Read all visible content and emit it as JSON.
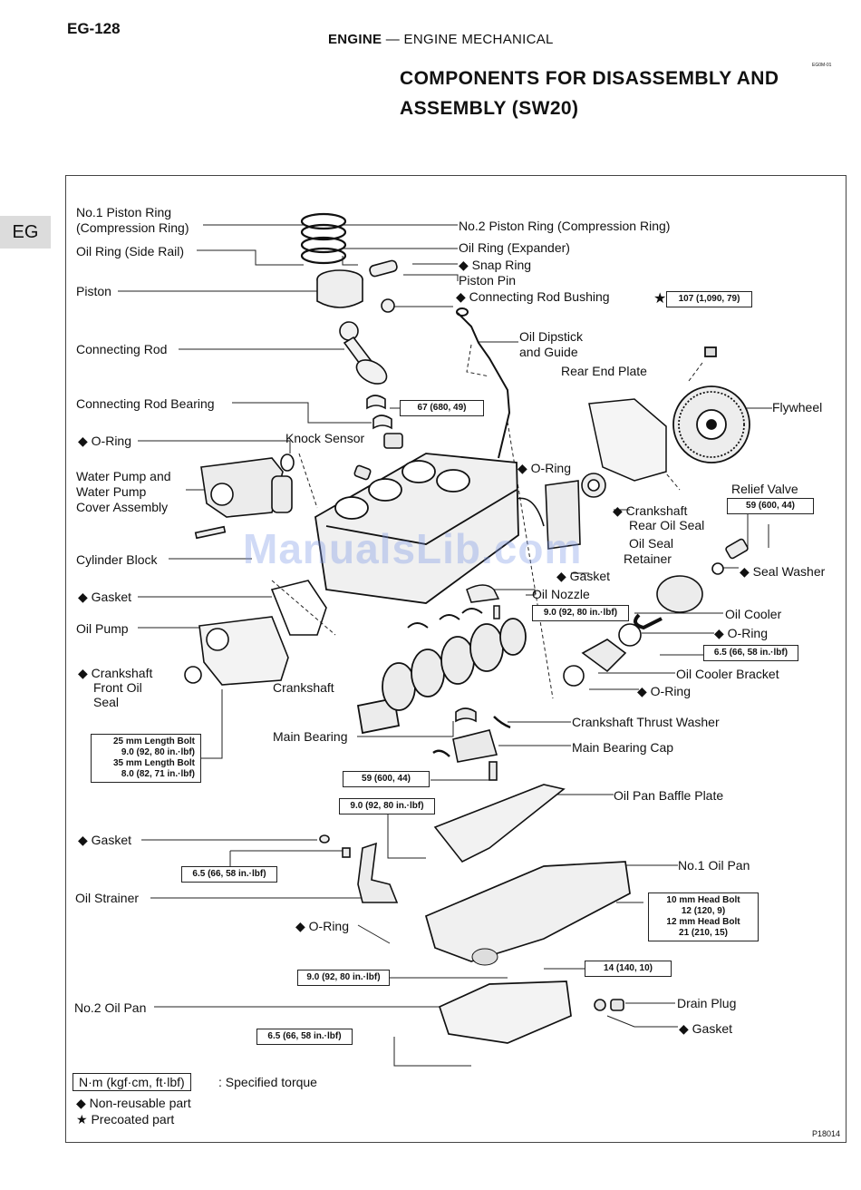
{
  "page": {
    "page_number": "EG-128",
    "section_prefix": "ENGINE",
    "section_rest": " — ENGINE MECHANICAL",
    "title_line1": "COMPONENTS FOR DISASSEMBLY AND",
    "title_line2": "ASSEMBLY (SW20)",
    "doc_code": "EG0M-01",
    "side_tab": "EG",
    "figure_code": "P18014",
    "watermark": "ManualsLib.com"
  },
  "labels": {
    "no1_piston_ring_1": "No.1 Piston Ring",
    "no1_piston_ring_2": "(Compression Ring)",
    "no2_piston_ring": "No.2 Piston Ring (Compression Ring)",
    "oil_ring_side_rail": "Oil Ring (Side Rail)",
    "oil_ring_expander": "Oil Ring (Expander)",
    "snap_ring": "◆ Snap Ring",
    "piston_pin": "Piston Pin",
    "piston": "Piston",
    "connecting_rod_bushing": "◆ Connecting Rod Bushing",
    "connecting_rod": "Connecting Rod",
    "oil_dipstick_1": "Oil Dipstick",
    "oil_dipstick_2": "and Guide",
    "rear_end_plate": "Rear End Plate",
    "flywheel": "Flywheel",
    "connecting_rod_bearing": "Connecting Rod Bearing",
    "knock_sensor": "Knock Sensor",
    "o_ring_1": "◆ O-Ring",
    "o_ring_2": "◆ O-Ring",
    "water_pump_1": "Water Pump and",
    "water_pump_2": "Water Pump",
    "water_pump_3": "Cover Assembly",
    "crankshaft_rear_seal_1": "◆ Crankshaft",
    "crankshaft_rear_seal_2": "Rear Oil Seal",
    "oil_seal_retainer_1": "Oil Seal",
    "oil_seal_retainer_2": "Retainer",
    "relief_valve": "Relief Valve",
    "seal_washer": "◆ Seal Washer",
    "cylinder_block": "Cylinder Block",
    "gasket_1": "◆ Gasket",
    "gasket_2": "◆ Gasket",
    "oil_nozzle": "Oil Nozzle",
    "oil_cooler": "Oil Cooler",
    "oil_pump": "Oil Pump",
    "o_ring_3": "◆ O-Ring",
    "crankshaft_front_seal_1": "◆ Crankshaft",
    "crankshaft_front_seal_2": "Front Oil",
    "crankshaft_front_seal_3": "Seal",
    "oil_cooler_bracket": "Oil Cooler Bracket",
    "crankshaft": "Crankshaft",
    "o_ring_4": "◆ O-Ring",
    "main_bearing": "Main Bearing",
    "crankshaft_thrust_washer": "Crankshaft Thrust Washer",
    "main_bearing_cap": "Main Bearing Cap",
    "oil_pan_baffle_plate": "Oil Pan Baffle Plate",
    "gasket_3": "◆ Gasket",
    "no1_oil_pan": "No.1 Oil Pan",
    "oil_strainer": "Oil Strainer",
    "o_ring_5": "◆ O-Ring",
    "no2_oil_pan": "No.2 Oil Pan",
    "drain_plug": "Drain Plug",
    "gasket_4": "◆ Gasket"
  },
  "torques": {
    "t_flywheel": "107 (1,090, 79)",
    "t_conrod": "67 (680, 49)",
    "t_relief": "59 (600, 44)",
    "t_oilnozzle": "9.0 (92, 80 in.·lbf)",
    "t_cooler_bracket": "6.5 (66, 58 in.·lbf)",
    "t_bolt_1": "25 mm Length Bolt",
    "t_bolt_2": "9.0 (92, 80 in.·lbf)",
    "t_bolt_3": "35 mm Length Bolt",
    "t_bolt_4": "8.0 (82, 71 in.·lbf)",
    "t_main_cap": "59 (600, 44)",
    "t_baffle": "9.0 (92, 80 in.·lbf)",
    "t_strainer": "6.5 (66, 58 in.·lbf)",
    "t_head_1": "10 mm Head Bolt",
    "t_head_2": "12 (120, 9)",
    "t_head_3": "12 mm Head Bolt",
    "t_head_4": "21 (210, 15)",
    "t_pan1": "14 (140, 10)",
    "t_pan1_nut": "9.0 (92, 80 in.·lbf)",
    "t_pan2": "6.5 (66, 58 in.·lbf)"
  },
  "legend": {
    "unit_box": "N·m (kgf·cm, ft·lbf)",
    "specified": ": Specified torque",
    "non_reusable": "◆ Non-reusable part",
    "precoated": "★ Precoated part"
  }
}
